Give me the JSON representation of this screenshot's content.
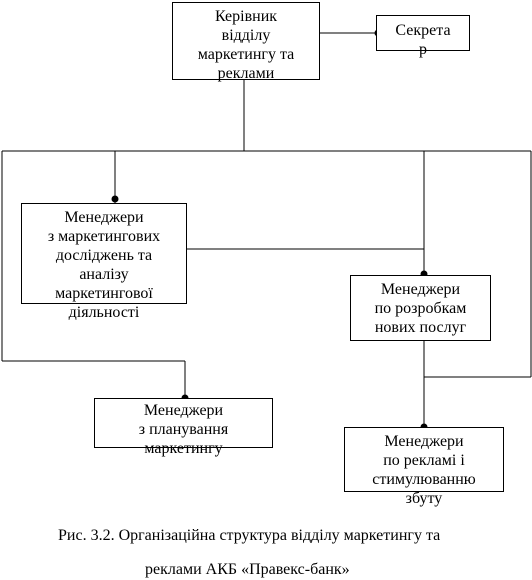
{
  "boxes": {
    "head": {
      "lines": [
        "Керівник",
        "відділу",
        "маркетингу та",
        "реклами"
      ]
    },
    "secretary": {
      "lines": [
        "Секрета",
        "р"
      ]
    },
    "research": {
      "lines": [
        "Менеджери",
        "з маркетингових",
        "досліджень та",
        "аналізу",
        "маркетингової",
        "діяльності"
      ]
    },
    "new_services": {
      "lines": [
        "Менеджери",
        "по розробкам",
        "нових послуг"
      ]
    },
    "planning": {
      "lines": [
        "Менеджери",
        "з планування",
        "маркетингу"
      ]
    },
    "advertising": {
      "lines": [
        "Менеджери",
        "по рекламі і",
        "стимулюванню",
        "збуту"
      ]
    }
  },
  "caption": {
    "line1": "Рис. 3.2. Організаційна структура відділу маркетингу та",
    "line2": "реклами АКБ «Правекс-банк»"
  },
  "colors": {
    "line": "#000000",
    "background": "#ffffff"
  }
}
